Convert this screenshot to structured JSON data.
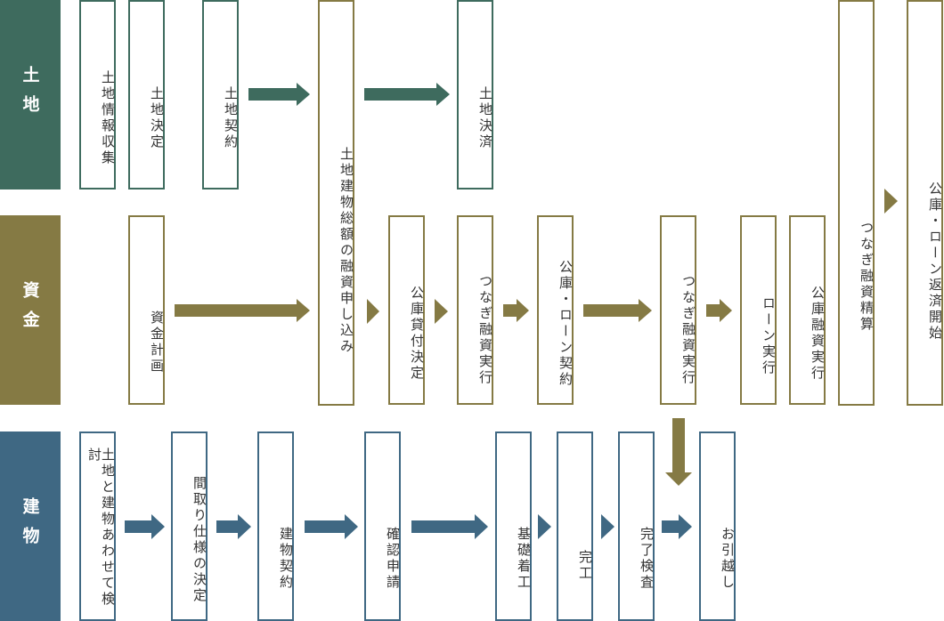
{
  "colors": {
    "land": "#3e6b5e",
    "fund": "#857a44",
    "build": "#3f6883"
  },
  "lanes": {
    "land": "土地",
    "fund": "資金",
    "build": "建物"
  },
  "boxes": {
    "land_info": "土地情報収集",
    "land_decision": "土地決定",
    "land_contract": "土地契約",
    "total_loan_application": "土地建物総額の融資申し込み",
    "land_settlement": "土地決済",
    "bridge_settlement": "つなぎ融資精算",
    "loan_repayment": "公庫・ローン返済開始",
    "funding_plan": "資金計画",
    "public_loan_decision": "公庫貸付決定",
    "bridge_loan_exec_1": "つなぎ融資実行",
    "public_loan_contract": "公庫・ローン契約",
    "bridge_loan_exec_2": "つなぎ融資実行",
    "loan_exec": "ローン実行",
    "public_loan_exec": "公庫融資実行",
    "land_building_review": "土地と建物あわせて検討",
    "floor_plan": "間取り仕様の決定",
    "building_contract": "建物契約",
    "confirmation_application": "確認申請",
    "groundwork": "基礎着工",
    "completion": "完工",
    "completion_inspection": "完了検査",
    "moving": "お引越し"
  }
}
